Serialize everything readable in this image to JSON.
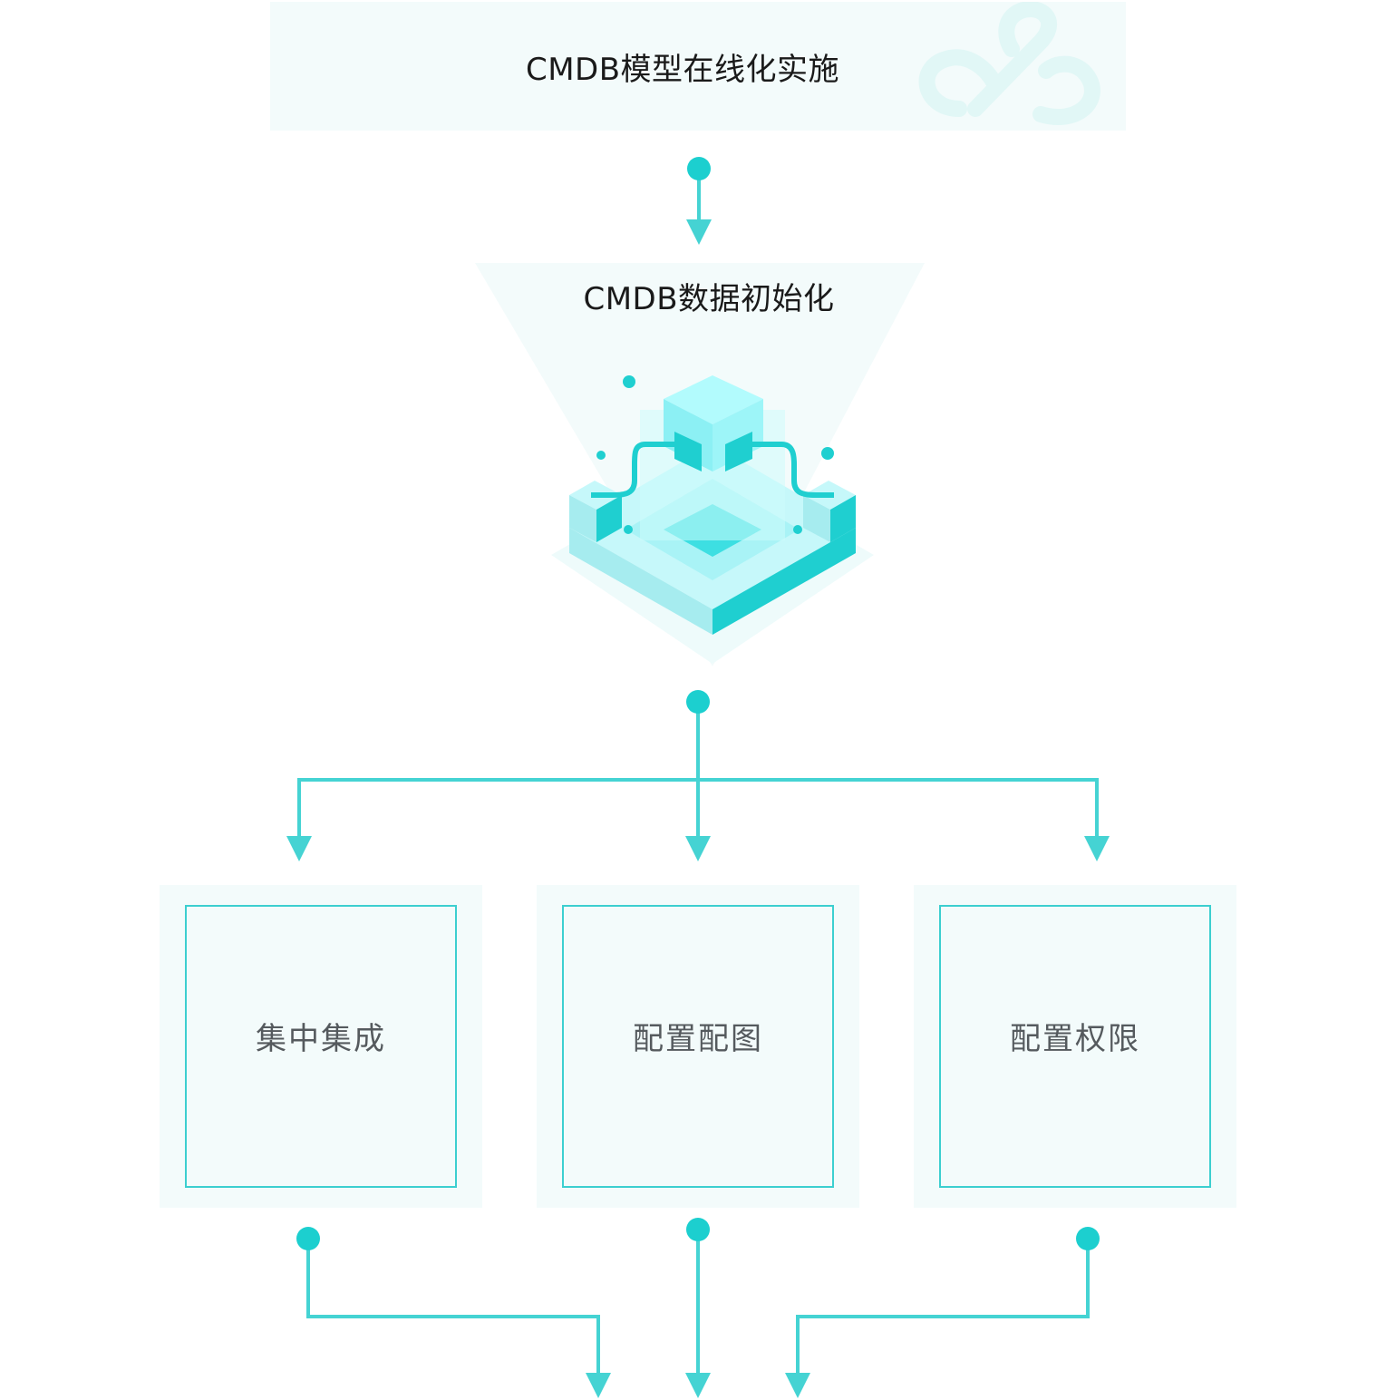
{
  "top_stage": {
    "title": "CMDB模型在线化实施"
  },
  "middle_stage": {
    "title": "CMDB数据初始化"
  },
  "boxes": [
    {
      "label": "集中集成"
    },
    {
      "label": "配置配图"
    },
    {
      "label": "配置权限"
    }
  ],
  "colors": {
    "accent": "#1ccfcf",
    "line": "#45d3d3",
    "panel_bg": "#f3fbfb",
    "box_border": "#3ccfd0",
    "title_text": "#1a1a1a",
    "box_text": "#555a5e",
    "cube_light": "#a4f4f8",
    "cube_mid": "#6fe4ea"
  },
  "icons": {
    "banner_decoration": "cloud-outline-icon",
    "stage_illustration": "isometric-server-cube-icon"
  }
}
